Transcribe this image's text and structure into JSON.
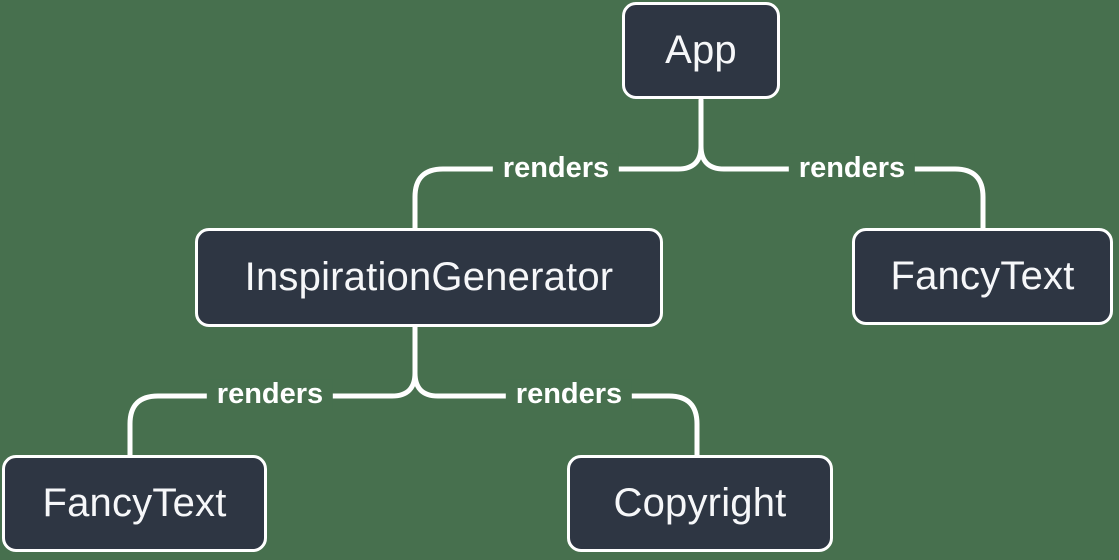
{
  "diagram": {
    "name": "react-render-tree",
    "nodes": [
      {
        "id": "app",
        "label": "App"
      },
      {
        "id": "inspiration-generator",
        "label": "InspirationGenerator"
      },
      {
        "id": "fancy-text-top-right",
        "label": "FancyText"
      },
      {
        "id": "fancy-text-bottom-left",
        "label": "FancyText"
      },
      {
        "id": "copyright",
        "label": "Copyright"
      }
    ],
    "edges": [
      {
        "from": "App",
        "to": "InspirationGenerator",
        "label": "renders"
      },
      {
        "from": "App",
        "to": "FancyText",
        "label": "renders"
      },
      {
        "from": "InspirationGenerator",
        "to": "FancyText",
        "label": "renders"
      },
      {
        "from": "InspirationGenerator",
        "to": "Copyright",
        "label": "renders"
      }
    ],
    "colors": {
      "background": "#47704e",
      "node_fill": "#2e3643",
      "line": "#ffffff",
      "text": "#f6f7f9"
    }
  }
}
